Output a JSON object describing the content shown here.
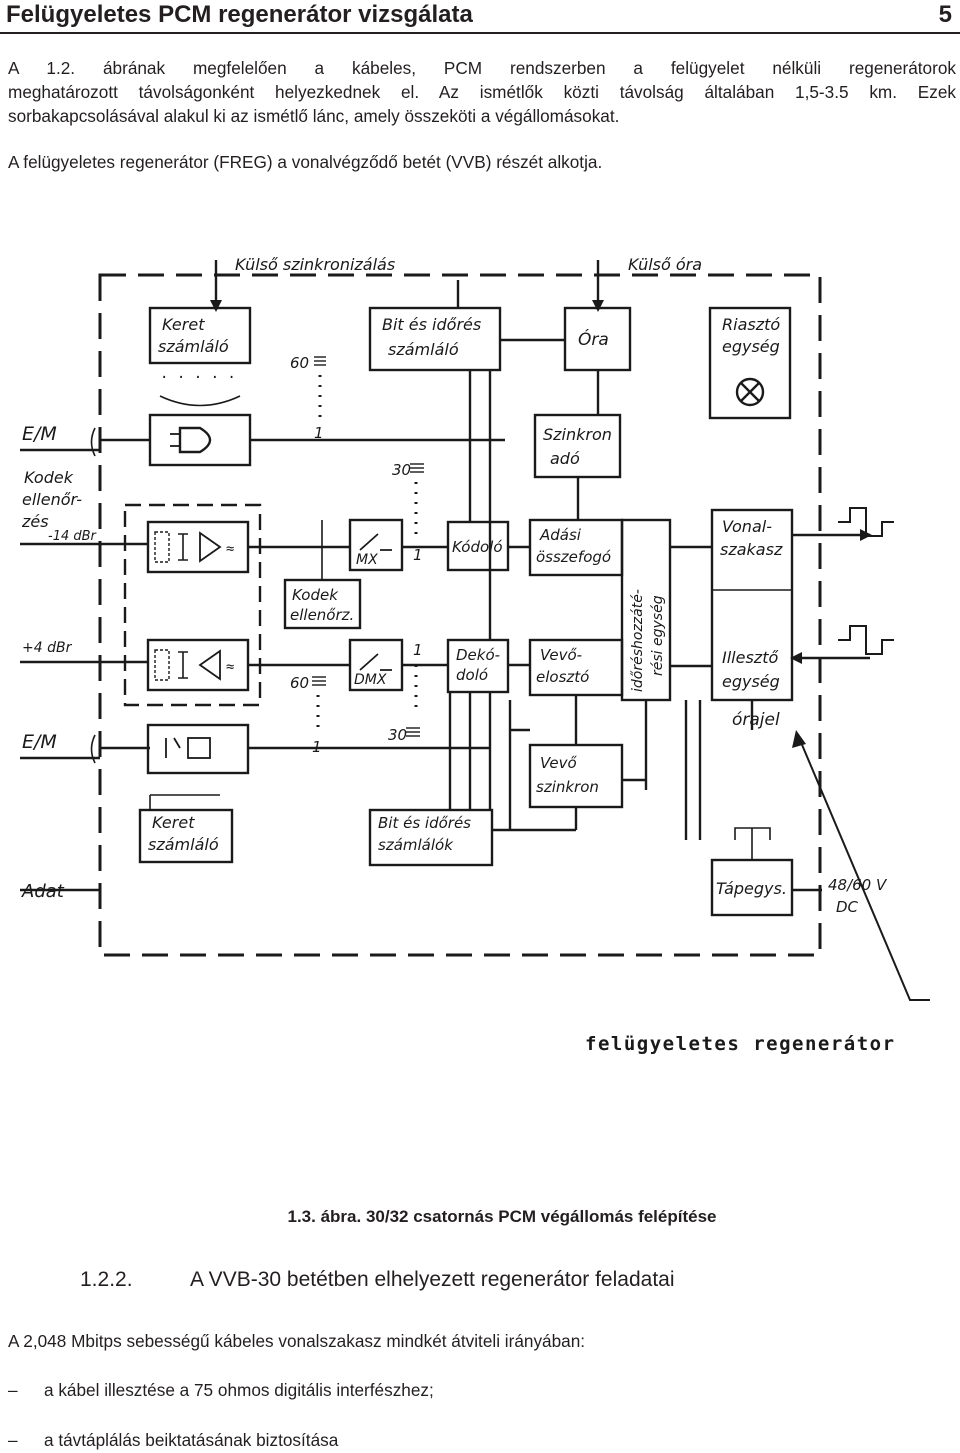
{
  "header": {
    "title": "Felügyeletes PCM regenerátor vizsgálata",
    "page_number": "5"
  },
  "paragraphs": {
    "p1_line1": "A 1.2. ábrának megfelelően a kábeles, PCM rendszerben a felügyelet nélküli regenerátorok",
    "p1_line2": "meghatározott távolságonként helyezkednek el. Az ismétlők közti távolság általában 1,5-3.5 km. Ezek",
    "p1_line3": "sorbakapcsolásával alakul ki az ismétlő lánc, amely összeköti a végállomásokat.",
    "p2": "A felügyeletes regenerátor (FREG) a vonalvégződő betét (VVB) részét alkotja."
  },
  "figure": {
    "ext_sync": "Külső szinkronizálás",
    "ext_clock": "Külső óra",
    "frame_counter_top": [
      "Keret",
      "számláló"
    ],
    "bit_time_counter_top": [
      "Bit és időrés",
      "számláló"
    ],
    "clock": "Óra",
    "alarm_unit": [
      "Riasztó",
      "egység"
    ],
    "sync_gen": [
      "Szinkron",
      "adó"
    ],
    "em_top": "E/M",
    "codec_check_left": [
      "Kodek",
      "ellenőr-",
      "zés"
    ],
    "level_minus14": "-14 dBr",
    "level_plus4": "+4 dBr",
    "mx": "MX",
    "dmx": "DMX",
    "coder": "Kódoló",
    "decoder": [
      "Dekó-",
      "doló"
    ],
    "tx_combiner": [
      "Adási",
      "összefogó"
    ],
    "rx_splitter": [
      "Vevő-",
      "elosztó"
    ],
    "timeslot_unit": [
      "időréshozzáté-",
      "rési egység"
    ],
    "line_section": [
      "Vonal-",
      "szakasz"
    ],
    "matching_unit": [
      "Illesztő",
      "egység"
    ],
    "clock_signal": "órajel",
    "codec_check_box": [
      "Kodek",
      "ellenőrz."
    ],
    "em_bottom": "E/M",
    "rx_sync": [
      "Vevő",
      "szinkron"
    ],
    "frame_counter_bottom": [
      "Keret",
      "számláló"
    ],
    "bit_time_counters_bottom": [
      "Bit és időrés",
      "számlálók"
    ],
    "data": "Adat",
    "power_unit": "Tápegys.",
    "dc_supply": [
      "48/60 V",
      "DC"
    ],
    "n60a": "60",
    "n1a": "1",
    "n30a": "30",
    "n1b": "1",
    "n1c": "1",
    "n30b": "30",
    "n60b": "60",
    "n1d": "1",
    "freg_label": "felügyeletes regenerátor"
  },
  "caption": {
    "label": "1.3. ábra.",
    "text": "30/32 csatornás PCM végállomás felépítése"
  },
  "section": {
    "number": "1.2.2.",
    "title": "A VVB-30 betétben elhelyezett regenerátor feladatai"
  },
  "body": {
    "p3": "A 2,048 Mbitps sebességű kábeles vonalszakasz mindkét átviteli irányában:",
    "bullets": [
      {
        "dash": "–",
        "text": "a kábel illesztése a 75 ohmos digitális interfészhez;"
      },
      {
        "dash": "–",
        "text": "a távtáplálás beiktatásának biztosítása"
      }
    ]
  }
}
